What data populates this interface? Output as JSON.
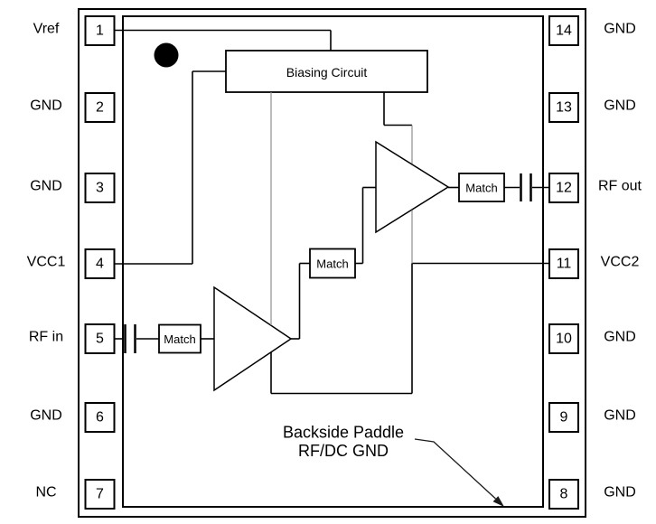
{
  "package": {
    "pins_left": [
      {
        "number": "1",
        "label": "Vref"
      },
      {
        "number": "2",
        "label": "GND"
      },
      {
        "number": "3",
        "label": "GND"
      },
      {
        "number": "4",
        "label": "VCC1"
      },
      {
        "number": "5",
        "label": "RF in"
      },
      {
        "number": "6",
        "label": "GND"
      },
      {
        "number": "7",
        "label": "NC"
      }
    ],
    "pins_right": [
      {
        "number": "14",
        "label": "GND"
      },
      {
        "number": "13",
        "label": "GND"
      },
      {
        "number": "12",
        "label": "RF out"
      },
      {
        "number": "11",
        "label": "VCC2"
      },
      {
        "number": "10",
        "label": "GND"
      },
      {
        "number": "9",
        "label": "GND"
      },
      {
        "number": "8",
        "label": "GND"
      }
    ]
  },
  "blocks": {
    "biasing": "Biasing Circuit",
    "match": "Match"
  },
  "annotation": {
    "line1": "Backside Paddle",
    "line2": "RF/DC GND"
  },
  "colors": {
    "line": "#000000",
    "background": "#ffffff"
  }
}
